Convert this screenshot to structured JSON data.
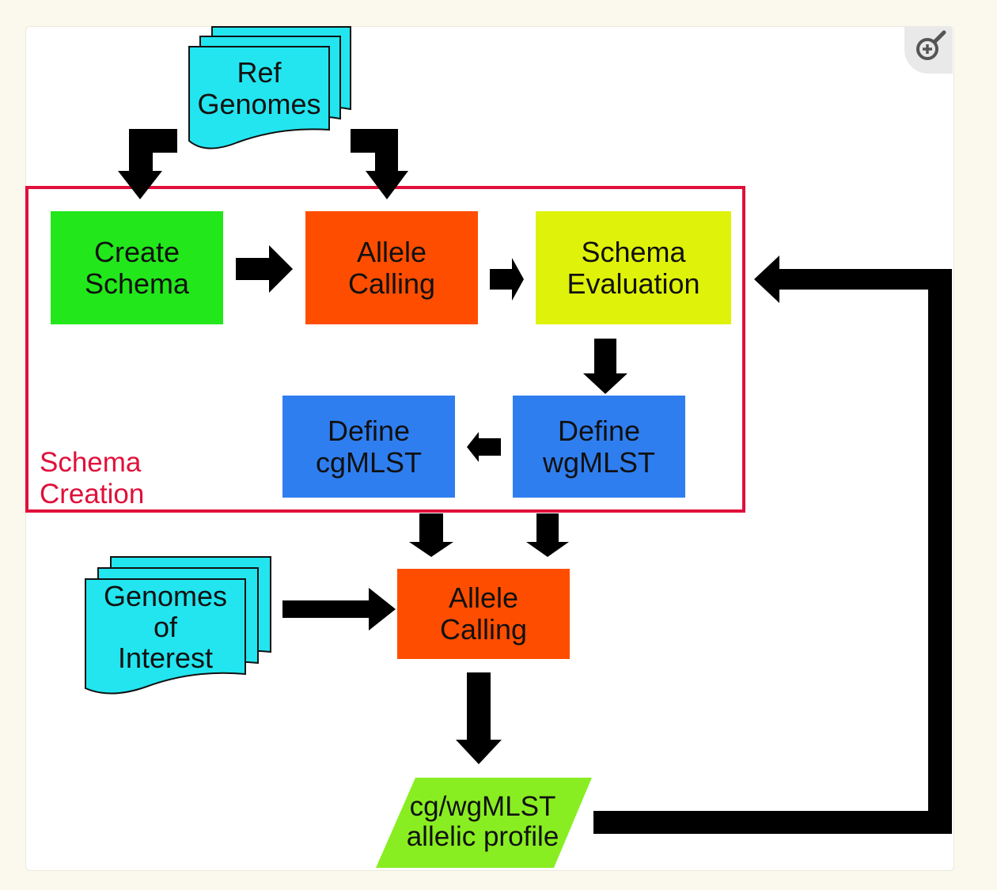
{
  "region": {
    "label": "Schema\nCreation",
    "color": "#e0103a"
  },
  "nodes": {
    "ref_genomes": {
      "label": "Ref\nGenomes",
      "color": "#22e5ef"
    },
    "create_schema": {
      "label": "Create\nSchema",
      "color": "#22e81b"
    },
    "allele_calling_top": {
      "label": "Allele\nCalling",
      "color": "#ff4d00"
    },
    "schema_evaluation": {
      "label": "Schema\nEvaluation",
      "color": "#dff20a"
    },
    "define_wgmlst": {
      "label": "Define\nwgMLST",
      "color": "#2f7ef0"
    },
    "define_cgmlst": {
      "label": "Define\ncgMLST",
      "color": "#2f7ef0"
    },
    "genomes_of_interest": {
      "label": "Genomes\nof\nInterest",
      "color": "#22e5ef"
    },
    "allele_calling_bottom": {
      "label": "Allele\nCalling",
      "color": "#ff4d00"
    },
    "allelic_profile": {
      "label": "cg/wgMLST\nallelic profile",
      "color": "#88ee22"
    }
  },
  "icons": {
    "zoom": "zoom-in-icon"
  }
}
